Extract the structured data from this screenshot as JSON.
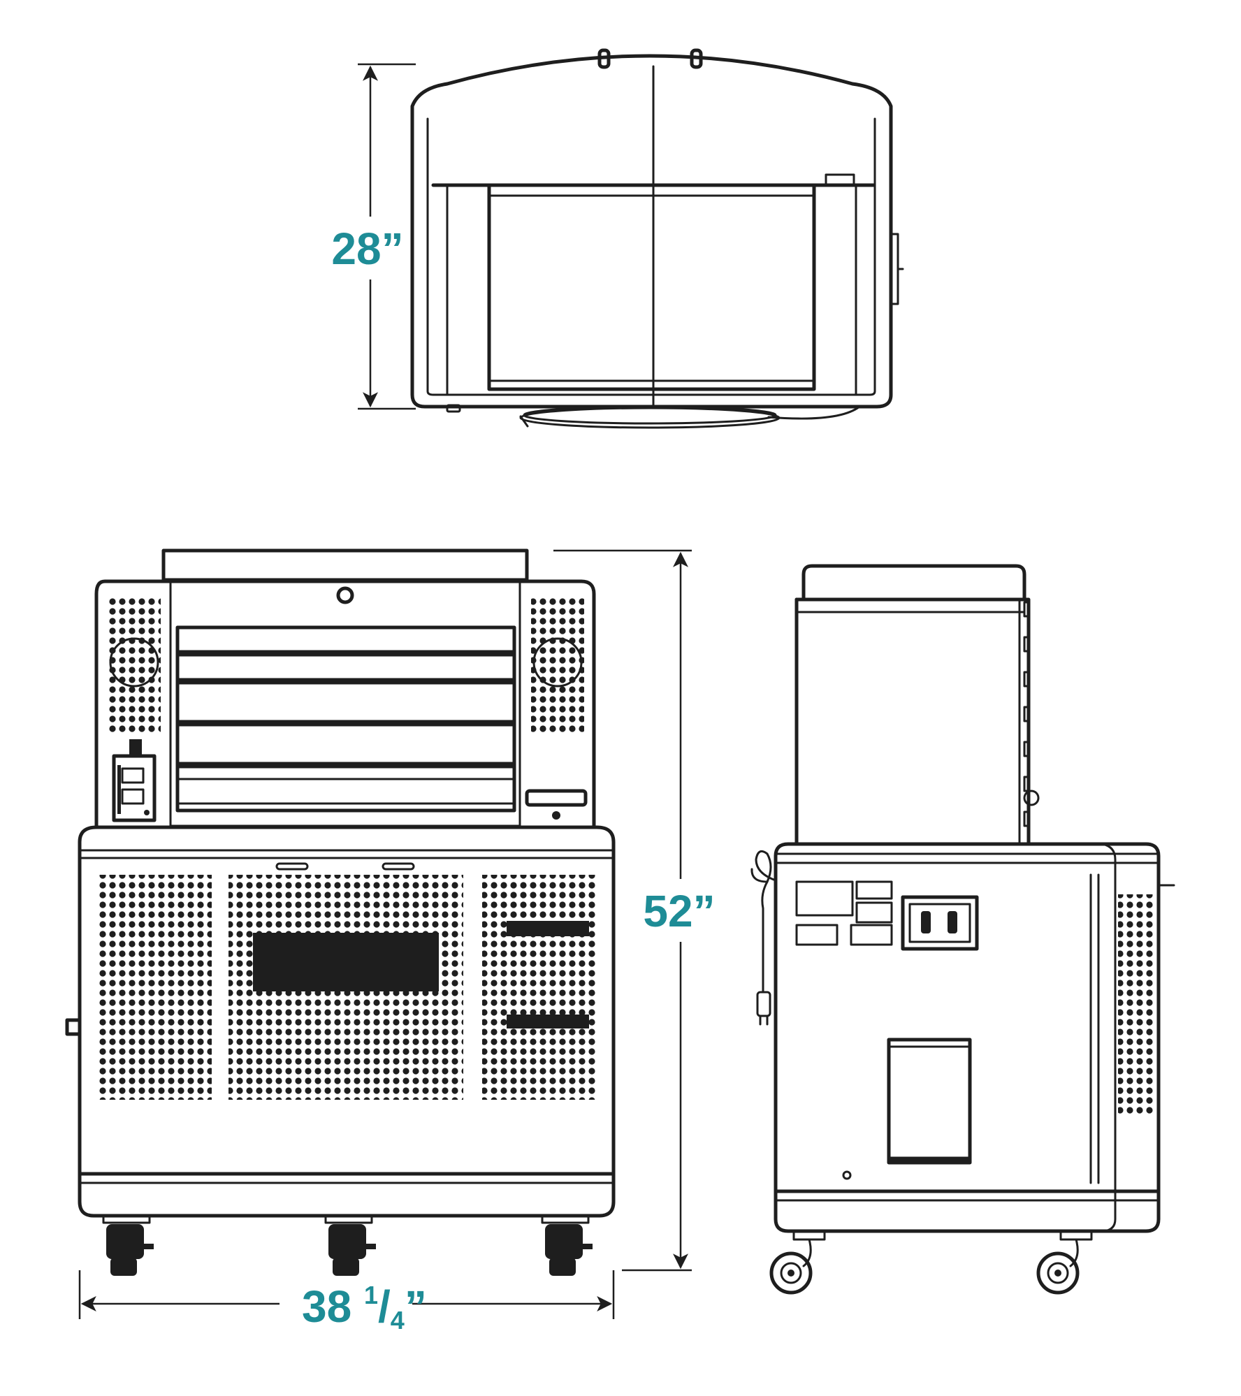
{
  "dimensions": {
    "depth": "28”",
    "height": "52”",
    "width_whole": "38 ",
    "width_num": "1",
    "width_slash": "/",
    "width_den": "4",
    "width_quote": "”"
  },
  "colors": {
    "line": "#1e1e1e",
    "dimension_text": "#1e8c96",
    "background": "#ffffff"
  }
}
